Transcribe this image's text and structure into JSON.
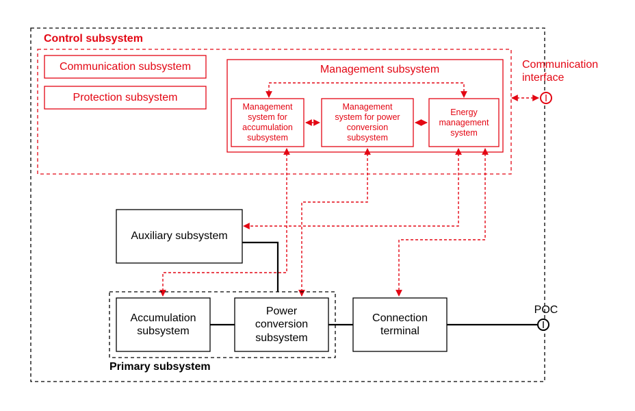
{
  "colors": {
    "control": "#e30613",
    "primary": "#000000",
    "background": "#ffffff"
  },
  "labels": {
    "control_subsystem": "Control subsystem",
    "communication_subsystem": "Communication subsystem",
    "protection_subsystem": "Protection subsystem",
    "management_subsystem": "Management subsystem",
    "mgmt_accumulation": "Management\nsystem for\naccumulation\nsubsystem",
    "mgmt_power_conversion": "Management\nsystem for power\nconversion\nsubsystem",
    "energy_management": "Energy\nmanagement\nsystem",
    "communication_interface": "Communication\ninterface",
    "auxiliary_subsystem": "Auxiliary subsystem",
    "accumulation_subsystem": "Accumulation\nsubsystem",
    "power_conversion_subsystem": "Power\nconversion\nsubsystem",
    "connection_terminal": "Connection\nterminal",
    "poc": "POC",
    "primary_subsystem": "Primary subsystem"
  }
}
